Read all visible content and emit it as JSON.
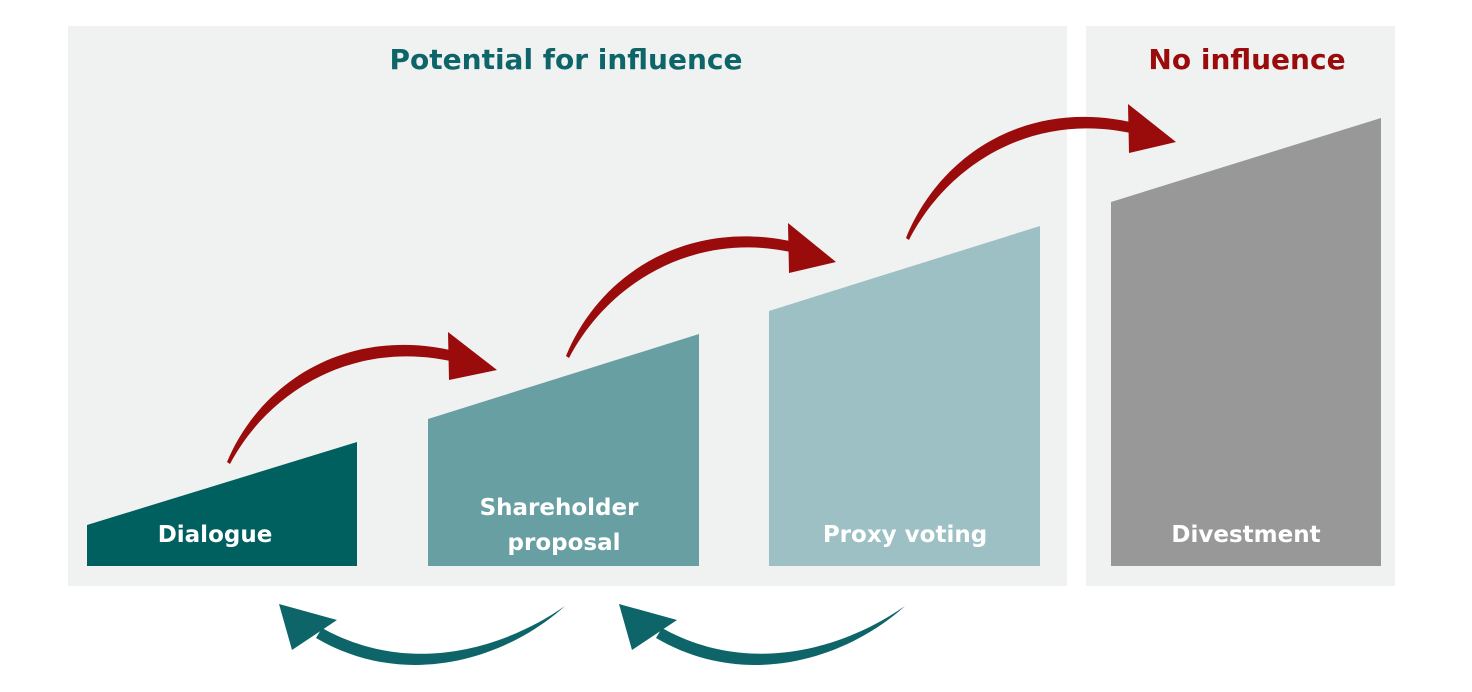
{
  "colors": {
    "panel_background": "#f0f1f1",
    "dialogue": "#00605f",
    "shareholder_proposal": "#679fa3",
    "proxy_voting": "#9cc0c3",
    "divestment": "#989898",
    "escalation_arrow": "#9a0b0b",
    "deescalation_arrow": "#0d6569",
    "influence_heading": "#0d6569",
    "no_influence_heading": "#9a0b0b",
    "label_text": "#ffffff"
  },
  "headings": {
    "potential_for_influence": "Potential for influence",
    "no_influence": "No influence"
  },
  "steps": {
    "dialogue": "Dialogue",
    "shareholder_proposal_line1": "Shareholder",
    "shareholder_proposal_line2": "proposal",
    "proxy_voting": "Proxy voting",
    "divestment": "Divestment"
  }
}
